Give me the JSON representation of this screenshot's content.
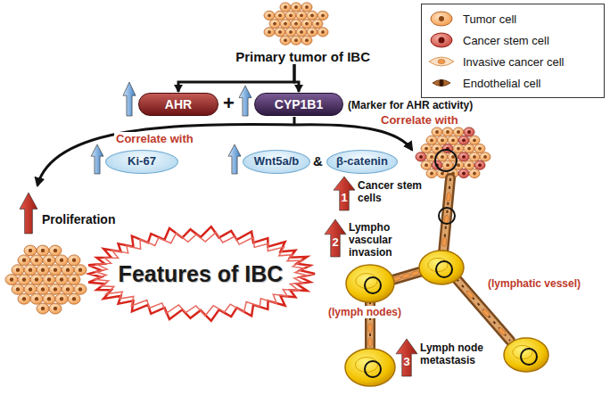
{
  "diagram": {
    "nodes": [
      {
        "text": [
          "Primary tumor of IBC"
        ]
      },
      {
        "text": [
          "AHR"
        ]
      },
      {
        "text": [
          "CYP1B1"
        ]
      },
      {
        "text": [
          "Ki-67"
        ]
      },
      {
        "text": [
          "Wnt5a/b"
        ]
      },
      {
        "text": [
          "β-catenin"
        ]
      },
      {
        "text": [
          "Features of IBC"
        ]
      }
    ],
    "edges": [
      {
        "from": 0,
        "to": 1,
        "arrow": "to"
      },
      {
        "from": 0,
        "to": 2,
        "arrow": "to"
      }
    ],
    "labels": [
      "+",
      "(Marker for AHR activity)",
      "Correlate with",
      "Correlate with",
      "&",
      "Proliferation",
      "1",
      "Cancer stem cells",
      "2",
      "Lympho vascular invasion",
      "(lymphatic vessel)",
      "(lymph nodes)",
      "3",
      "Lymph node metastasis"
    ],
    "legend": [
      {
        "text": "Tumor cell"
      },
      {
        "text": "Cancer stem cell"
      },
      {
        "text": "Invasive cancer cell"
      },
      {
        "text": "Endothelial cell"
      }
    ]
  }
}
